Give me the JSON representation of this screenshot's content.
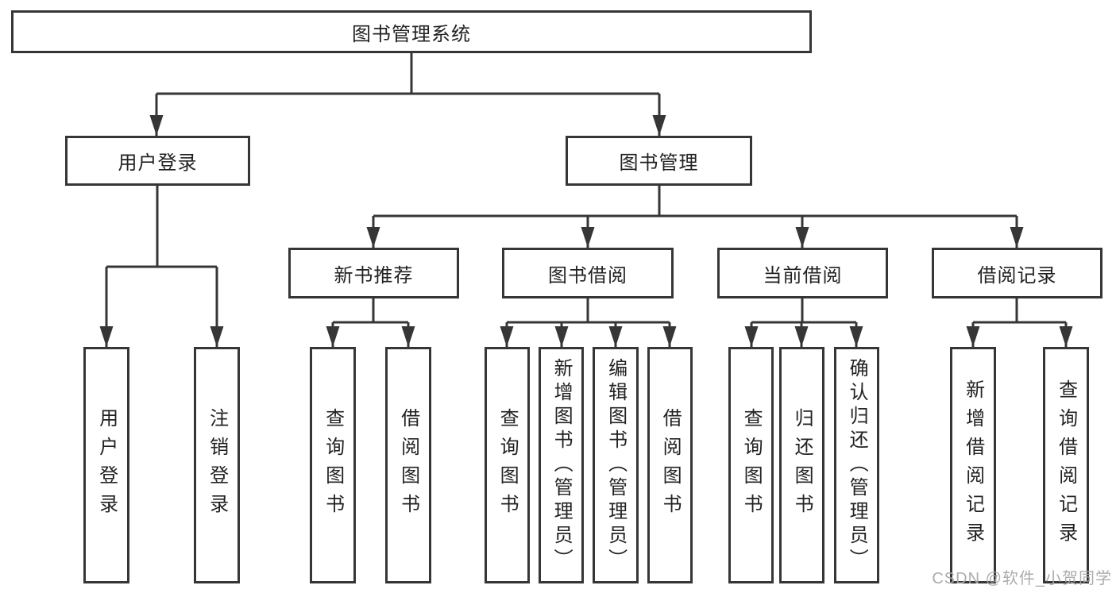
{
  "style": {
    "line_color": "#363636",
    "box_border_color": "#363636",
    "box_background": "#ffffff",
    "text_color": "#222222",
    "watermark_color": "#a8a8a8",
    "page_background": "#ffffff"
  },
  "watermark": {
    "text": "CSDN @软件_小贺同学"
  },
  "tree": {
    "root": {
      "label": "图书管理系统"
    },
    "branches": [
      {
        "label": "用户登录",
        "leaves": [
          {
            "label": "用户登录"
          },
          {
            "label": "注销登录"
          }
        ]
      },
      {
        "label": "图书管理",
        "sections": [
          {
            "label": "新书推荐",
            "leaves": [
              {
                "label": "查询图书"
              },
              {
                "label": "借阅图书"
              }
            ]
          },
          {
            "label": "图书借阅",
            "leaves": [
              {
                "label": "查询图书"
              },
              {
                "label": "新增图书（管理员）"
              },
              {
                "label": "编辑图书（管理员）"
              },
              {
                "label": "借阅图书"
              }
            ]
          },
          {
            "label": "当前借阅",
            "leaves": [
              {
                "label": "查询图书"
              },
              {
                "label": "归还图书"
              },
              {
                "label": "确认归还（管理员）"
              }
            ]
          },
          {
            "label": "借阅记录",
            "leaves": [
              {
                "label": "新增借阅记录"
              },
              {
                "label": "查询借阅记录"
              }
            ]
          }
        ]
      }
    ]
  }
}
